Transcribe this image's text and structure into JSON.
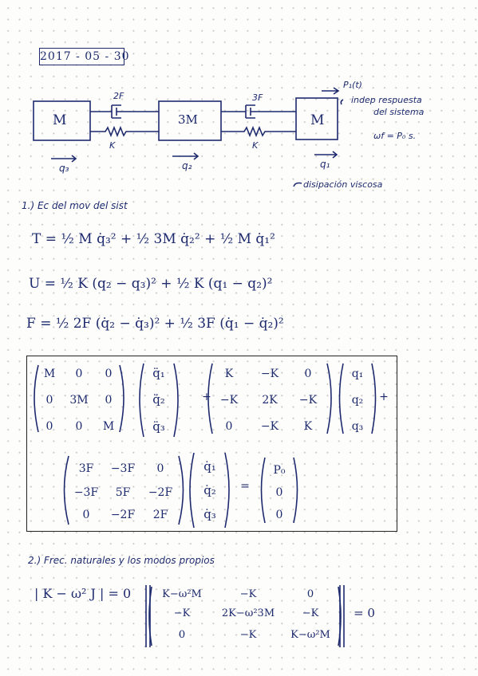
{
  "header": {
    "date": "2017 - 05 - 30"
  },
  "diagram": {
    "masses": [
      "M",
      "3M",
      "M"
    ],
    "dampers": [
      "2F",
      "3F"
    ],
    "springs": [
      "K",
      "K"
    ],
    "coords": [
      "q₃",
      "q₂",
      "q₁"
    ],
    "force": "P₁(t)",
    "note_lines": [
      "indep respuesta",
      "del sistema"
    ],
    "wf": "ωf = P₀ s.",
    "dissipation": "disipación viscosa"
  },
  "section1": {
    "title": "1.) Ec del mov del sist",
    "eq_T": "T = ½ M q̇₃² + ½ 3M q̇₂² + ½ M q̇₁²",
    "eq_U": "U = ½ K (q₂ − q₃)² + ½ K (q₁ − q₂)²",
    "eq_F": "F = ½ 2F (q̇₂ − q̇₃)² + ½ 3F (q̇₁ − q̇₂)²"
  },
  "matrices": {
    "mass": [
      [
        "M",
        "0",
        "0"
      ],
      [
        "0",
        "3M",
        "0"
      ],
      [
        "0",
        "0",
        "M"
      ]
    ],
    "accel": [
      "q̈₁",
      "q̈₂",
      "q̈₃"
    ],
    "stiff": [
      [
        "K",
        "−K",
        "0"
      ],
      [
        "−K",
        "2K",
        "−K"
      ],
      [
        "0",
        "−K",
        "K"
      ]
    ],
    "disp": [
      "q₁",
      "q₂",
      "q₃"
    ],
    "damp": [
      [
        "3F",
        "−3F",
        "0"
      ],
      [
        "−3F",
        "5F",
        "−2F"
      ],
      [
        "0",
        "−2F",
        "2F"
      ]
    ],
    "vel": [
      "q̇₁",
      "q̇₂",
      "q̇₃"
    ],
    "rhs": [
      "P₀",
      "0",
      "0"
    ],
    "plus": "+",
    "equals": "="
  },
  "section2": {
    "title": "2.) Frec. naturales y los modos propios",
    "det_left": "| K − ω² J | = 0",
    "det": [
      [
        "K−ω²M",
        "−K",
        "0"
      ],
      [
        "−K",
        "2K−ω²3M",
        "−K"
      ],
      [
        "0",
        "−K",
        "K−ω²M"
      ]
    ],
    "det_right": "= 0"
  }
}
